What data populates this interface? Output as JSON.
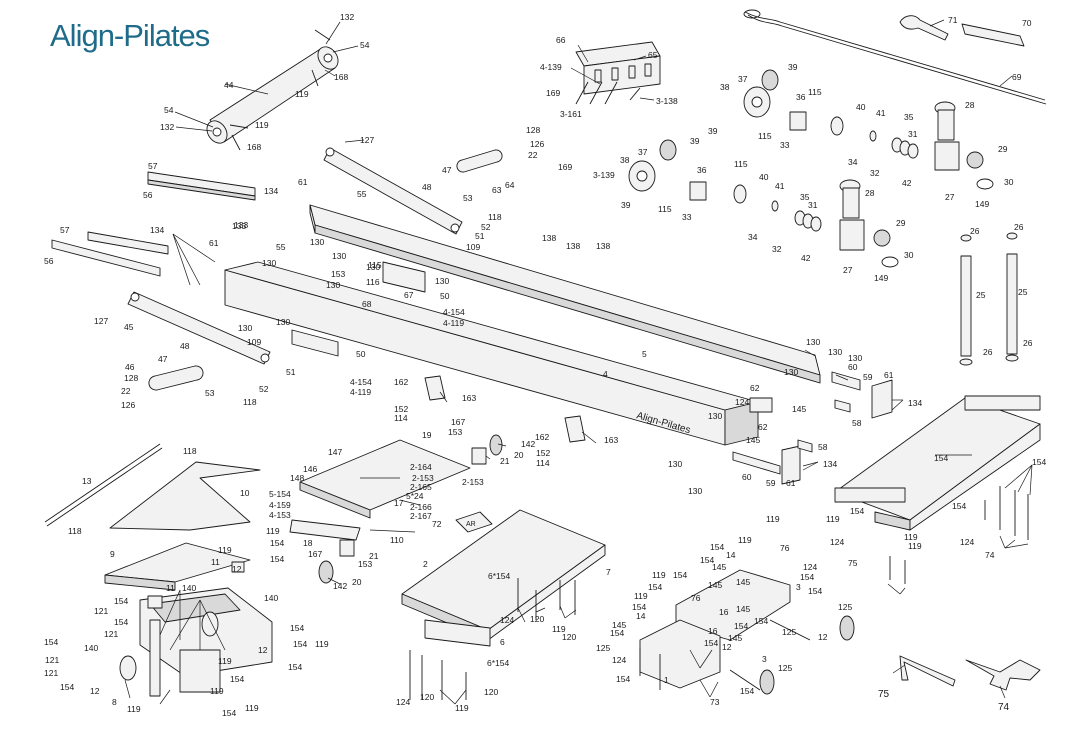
{
  "brand": {
    "logo_text": "Align-Pilates",
    "rail_label": "Align-Pilates",
    "plate_label": "AR",
    "colors": {
      "logo": "#1f6c8a",
      "line": "#1a1a1a",
      "part_fill": "#f2f2f2",
      "part_shade": "#d9d9d9"
    }
  },
  "callouts": [
    {
      "id": "c1",
      "text": "132"
    },
    {
      "id": "c2",
      "text": "54"
    },
    {
      "id": "c3",
      "text": "168"
    },
    {
      "id": "c4",
      "text": "44"
    },
    {
      "id": "c5",
      "text": "119"
    },
    {
      "id": "c6",
      "text": "54"
    },
    {
      "id": "c7",
      "text": "132"
    },
    {
      "id": "c8",
      "text": "119"
    },
    {
      "id": "c9",
      "text": "168"
    },
    {
      "id": "c10",
      "text": "66"
    },
    {
      "id": "c11",
      "text": "65"
    },
    {
      "id": "c12",
      "text": "4-139"
    },
    {
      "id": "c13",
      "text": "169"
    },
    {
      "id": "c14",
      "text": "3-138"
    },
    {
      "id": "c15",
      "text": "3-161"
    },
    {
      "id": "c16",
      "text": "71"
    },
    {
      "id": "c17",
      "text": "70"
    },
    {
      "id": "c18",
      "text": "69"
    },
    {
      "id": "c19",
      "text": "37"
    },
    {
      "id": "c20",
      "text": "39"
    },
    {
      "id": "c21",
      "text": "38"
    },
    {
      "id": "c22",
      "text": "36"
    },
    {
      "id": "c23",
      "text": "115"
    },
    {
      "id": "c24",
      "text": "40"
    },
    {
      "id": "c25",
      "text": "39"
    },
    {
      "id": "c26",
      "text": "115"
    },
    {
      "id": "c27",
      "text": "33"
    },
    {
      "id": "c28",
      "text": "41"
    },
    {
      "id": "c29",
      "text": "35"
    },
    {
      "id": "c30",
      "text": "28"
    },
    {
      "id": "c31",
      "text": "31"
    },
    {
      "id": "c32",
      "text": "34"
    },
    {
      "id": "c33",
      "text": "32"
    },
    {
      "id": "c34",
      "text": "29"
    },
    {
      "id": "c35",
      "text": "42"
    },
    {
      "id": "c36",
      "text": "30"
    },
    {
      "id": "c37",
      "text": "27"
    },
    {
      "id": "c38",
      "text": "149"
    },
    {
      "id": "c39",
      "text": "127"
    },
    {
      "id": "c40",
      "text": "128"
    },
    {
      "id": "c41",
      "text": "126"
    },
    {
      "id": "c42",
      "text": "22"
    },
    {
      "id": "c43",
      "text": "133"
    },
    {
      "id": "c44",
      "text": "57"
    },
    {
      "id": "c45",
      "text": "56"
    },
    {
      "id": "c46",
      "text": "134"
    },
    {
      "id": "c47",
      "text": "61"
    },
    {
      "id": "c48",
      "text": "55"
    },
    {
      "id": "c49",
      "text": "47"
    },
    {
      "id": "c50",
      "text": "48"
    },
    {
      "id": "c51",
      "text": "53"
    },
    {
      "id": "c52",
      "text": "118"
    },
    {
      "id": "c53",
      "text": "52"
    },
    {
      "id": "c54",
      "text": "51"
    },
    {
      "id": "c55",
      "text": "109"
    },
    {
      "id": "c56",
      "text": "130"
    },
    {
      "id": "c57",
      "text": "169"
    },
    {
      "id": "c58",
      "text": "63"
    },
    {
      "id": "c59",
      "text": "64"
    },
    {
      "id": "c60",
      "text": "3-139"
    },
    {
      "id": "c61",
      "text": "138"
    },
    {
      "id": "c62",
      "text": "138"
    },
    {
      "id": "c63",
      "text": "138"
    },
    {
      "id": "c64",
      "text": "37"
    },
    {
      "id": "c65",
      "text": "39"
    },
    {
      "id": "c66",
      "text": "38"
    },
    {
      "id": "c67",
      "text": "36"
    },
    {
      "id": "c68",
      "text": "115"
    },
    {
      "id": "c69",
      "text": "40"
    },
    {
      "id": "c70",
      "text": "41"
    },
    {
      "id": "c71",
      "text": "39"
    },
    {
      "id": "c72",
      "text": "115"
    },
    {
      "id": "c73",
      "text": "33"
    },
    {
      "id": "c74",
      "text": "35"
    },
    {
      "id": "c75",
      "text": "28"
    },
    {
      "id": "c76",
      "text": "31"
    },
    {
      "id": "c77",
      "text": "34"
    },
    {
      "id": "c78",
      "text": "32"
    },
    {
      "id": "c79",
      "text": "29"
    },
    {
      "id": "c80",
      "text": "42"
    },
    {
      "id": "c81",
      "text": "27"
    },
    {
      "id": "c82",
      "text": "30"
    },
    {
      "id": "c83",
      "text": "149"
    },
    {
      "id": "c84",
      "text": "26"
    },
    {
      "id": "c85",
      "text": "26"
    },
    {
      "id": "c86",
      "text": "25"
    },
    {
      "id": "c87",
      "text": "25"
    },
    {
      "id": "c88",
      "text": "26"
    },
    {
      "id": "c89",
      "text": "26"
    },
    {
      "id": "c90",
      "text": "57"
    },
    {
      "id": "c91",
      "text": "56"
    },
    {
      "id": "c92",
      "text": "134"
    },
    {
      "id": "c93",
      "text": "61"
    },
    {
      "id": "c94",
      "text": "133"
    },
    {
      "id": "c95",
      "text": "55"
    },
    {
      "id": "c96",
      "text": "130"
    },
    {
      "id": "c97",
      "text": "130"
    },
    {
      "id": "c98",
      "text": "153"
    },
    {
      "id": "c99",
      "text": "115"
    },
    {
      "id": "c100",
      "text": "130"
    },
    {
      "id": "c101",
      "text": "130"
    },
    {
      "id": "c102",
      "text": "130"
    },
    {
      "id": "c103",
      "text": "116"
    },
    {
      "id": "c104",
      "text": "67"
    },
    {
      "id": "c105",
      "text": "50"
    },
    {
      "id": "c106",
      "text": "68"
    },
    {
      "id": "c107",
      "text": "4-154"
    },
    {
      "id": "c108",
      "text": "4-119"
    },
    {
      "id": "c109",
      "text": "127"
    },
    {
      "id": "c110",
      "text": "45"
    },
    {
      "id": "c111",
      "text": "130"
    },
    {
      "id": "c112",
      "text": "130"
    },
    {
      "id": "c113",
      "text": "48"
    },
    {
      "id": "c114",
      "text": "109"
    },
    {
      "id": "c115",
      "text": "50"
    },
    {
      "id": "c116",
      "text": "51"
    },
    {
      "id": "c117",
      "text": "4-154"
    },
    {
      "id": "c118",
      "text": "4-119"
    },
    {
      "id": "c119",
      "text": "46"
    },
    {
      "id": "c120",
      "text": "47"
    },
    {
      "id": "c121",
      "text": "128"
    },
    {
      "id": "c122",
      "text": "22"
    },
    {
      "id": "c123",
      "text": "126"
    },
    {
      "id": "c124",
      "text": "53"
    },
    {
      "id": "c125",
      "text": "118"
    },
    {
      "id": "c126",
      "text": "52"
    },
    {
      "id": "c127",
      "text": "5"
    },
    {
      "id": "c128",
      "text": "4"
    },
    {
      "id": "c129",
      "text": "130"
    },
    {
      "id": "c130",
      "text": "130"
    },
    {
      "id": "c131",
      "text": "130"
    },
    {
      "id": "c132",
      "text": "60"
    },
    {
      "id": "c133",
      "text": "59"
    },
    {
      "id": "c134",
      "text": "61"
    },
    {
      "id": "c135",
      "text": "134"
    },
    {
      "id": "c136",
      "text": "62"
    },
    {
      "id": "c137",
      "text": "124"
    },
    {
      "id": "c138",
      "text": "145"
    },
    {
      "id": "c139",
      "text": "130"
    },
    {
      "id": "c140",
      "text": "58"
    },
    {
      "id": "c141",
      "text": "130"
    },
    {
      "id": "c142",
      "text": "62"
    },
    {
      "id": "c143",
      "text": "145"
    },
    {
      "id": "c144",
      "text": "58"
    },
    {
      "id": "c145",
      "text": "134"
    },
    {
      "id": "c146",
      "text": "130"
    },
    {
      "id": "c147",
      "text": "60"
    },
    {
      "id": "c148",
      "text": "59"
    },
    {
      "id": "c149",
      "text": "61"
    },
    {
      "id": "c150",
      "text": "130"
    },
    {
      "id": "c151",
      "text": "162"
    },
    {
      "id": "c152",
      "text": "163"
    },
    {
      "id": "c153",
      "text": "152"
    },
    {
      "id": "c154",
      "text": "114"
    },
    {
      "id": "c155",
      "text": "167"
    },
    {
      "id": "c156",
      "text": "153"
    },
    {
      "id": "c157",
      "text": "142"
    },
    {
      "id": "c158",
      "text": "20"
    },
    {
      "id": "c159",
      "text": "21"
    },
    {
      "id": "c160",
      "text": "162"
    },
    {
      "id": "c161",
      "text": "163"
    },
    {
      "id": "c162",
      "text": "152"
    },
    {
      "id": "c163",
      "text": "114"
    },
    {
      "id": "c164",
      "text": "118"
    },
    {
      "id": "c165",
      "text": "13"
    },
    {
      "id": "c166",
      "text": "118"
    },
    {
      "id": "c167",
      "text": "10"
    },
    {
      "id": "c168",
      "text": "9"
    },
    {
      "id": "c169",
      "text": "147"
    },
    {
      "id": "c170",
      "text": "19"
    },
    {
      "id": "c171",
      "text": "146"
    },
    {
      "id": "c172",
      "text": "148"
    },
    {
      "id": "c173",
      "text": "2-164"
    },
    {
      "id": "c174",
      "text": "2-153"
    },
    {
      "id": "c175",
      "text": "2-165"
    },
    {
      "id": "c176",
      "text": "5*24"
    },
    {
      "id": "c177",
      "text": "2-153"
    },
    {
      "id": "c178",
      "text": "5-154"
    },
    {
      "id": "c179",
      "text": "4-159"
    },
    {
      "id": "c180",
      "text": "4-153"
    },
    {
      "id": "c181",
      "text": "17"
    },
    {
      "id": "c182",
      "text": "2-166"
    },
    {
      "id": "c183",
      "text": "2-167"
    },
    {
      "id": "c184",
      "text": "72"
    },
    {
      "id": "c185",
      "text": "18"
    },
    {
      "id": "c186",
      "text": "110"
    },
    {
      "id": "c187",
      "text": "167"
    },
    {
      "id": "c188",
      "text": "21"
    },
    {
      "id": "c189",
      "text": "153"
    },
    {
      "id": "c190",
      "text": "142"
    },
    {
      "id": "c191",
      "text": "20"
    },
    {
      "id": "c192",
      "text": "119"
    },
    {
      "id": "c193",
      "text": "154"
    },
    {
      "id": "c194",
      "text": "119"
    },
    {
      "id": "c195",
      "text": "154"
    },
    {
      "id": "c196",
      "text": "11"
    },
    {
      "id": "c197",
      "text": "12"
    },
    {
      "id": "c198",
      "text": "11"
    },
    {
      "id": "c199",
      "text": "140"
    },
    {
      "id": "c200",
      "text": "154"
    },
    {
      "id": "c201",
      "text": "121"
    },
    {
      "id": "c202",
      "text": "154"
    },
    {
      "id": "c203",
      "text": "140"
    },
    {
      "id": "c204",
      "text": "121"
    },
    {
      "id": "c205",
      "text": "154"
    },
    {
      "id": "c206",
      "text": "140"
    },
    {
      "id": "c207",
      "text": "121"
    },
    {
      "id": "c208",
      "text": "121"
    },
    {
      "id": "c209",
      "text": "154"
    },
    {
      "id": "c210",
      "text": "12"
    },
    {
      "id": "c211",
      "text": "8"
    },
    {
      "id": "c212",
      "text": "119"
    },
    {
      "id": "c213",
      "text": "119"
    },
    {
      "id": "c214",
      "text": "12"
    },
    {
      "id": "c215",
      "text": "154"
    },
    {
      "id": "c216",
      "text": "119"
    },
    {
      "id": "c217",
      "text": "119"
    },
    {
      "id": "c218",
      "text": "154"
    },
    {
      "id": "c219",
      "text": "154"
    },
    {
      "id": "c220",
      "text": "154"
    },
    {
      "id": "c221",
      "text": "154"
    },
    {
      "id": "c222",
      "text": "119"
    },
    {
      "id": "c223",
      "text": "2"
    },
    {
      "id": "c224",
      "text": "6*154"
    },
    {
      "id": "c225",
      "text": "7"
    },
    {
      "id": "c226",
      "text": "124"
    },
    {
      "id": "c227",
      "text": "120"
    },
    {
      "id": "c228",
      "text": "119"
    },
    {
      "id": "c229",
      "text": "120"
    },
    {
      "id": "c230",
      "text": "6"
    },
    {
      "id": "c231",
      "text": "6*154"
    },
    {
      "id": "c232",
      "text": "124"
    },
    {
      "id": "c233",
      "text": "120"
    },
    {
      "id": "c234",
      "text": "119"
    },
    {
      "id": "c235",
      "text": "120"
    },
    {
      "id": "c236",
      "text": "119"
    },
    {
      "id": "c237",
      "text": "119"
    },
    {
      "id": "c238",
      "text": "154"
    },
    {
      "id": "c239",
      "text": "14"
    },
    {
      "id": "c240",
      "text": "76"
    },
    {
      "id": "c241",
      "text": "154"
    },
    {
      "id": "c242",
      "text": "145"
    },
    {
      "id": "c243",
      "text": "145"
    },
    {
      "id": "c244",
      "text": "124"
    },
    {
      "id": "c245",
      "text": "154"
    },
    {
      "id": "c246",
      "text": "119"
    },
    {
      "id": "c247",
      "text": "154"
    },
    {
      "id": "c248",
      "text": "154"
    },
    {
      "id": "c249",
      "text": "145"
    },
    {
      "id": "c250",
      "text": "3"
    },
    {
      "id": "c251",
      "text": "154"
    },
    {
      "id": "c252",
      "text": "119"
    },
    {
      "id": "c253",
      "text": "76"
    },
    {
      "id": "c254",
      "text": "154"
    },
    {
      "id": "c255",
      "text": "14"
    },
    {
      "id": "c256",
      "text": "145"
    },
    {
      "id": "c257",
      "text": "16"
    },
    {
      "id": "c258",
      "text": "154"
    },
    {
      "id": "c259",
      "text": "125"
    },
    {
      "id": "c260",
      "text": "145"
    },
    {
      "id": "c261",
      "text": "16"
    },
    {
      "id": "c262",
      "text": "154"
    },
    {
      "id": "c263",
      "text": "145"
    },
    {
      "id": "c264",
      "text": "125"
    },
    {
      "id": "c265",
      "text": "154"
    },
    {
      "id": "c266",
      "text": "12"
    },
    {
      "id": "c267",
      "text": "125"
    },
    {
      "id": "c268",
      "text": "154"
    },
    {
      "id": "c269",
      "text": "12"
    },
    {
      "id": "c270",
      "text": "124"
    },
    {
      "id": "c271",
      "text": "3"
    },
    {
      "id": "c272",
      "text": "125"
    },
    {
      "id": "c273",
      "text": "154"
    },
    {
      "id": "c274",
      "text": "1"
    },
    {
      "id": "c275",
      "text": "154"
    },
    {
      "id": "c276",
      "text": "73"
    },
    {
      "id": "c277",
      "text": "154"
    },
    {
      "id": "c278",
      "text": "154"
    },
    {
      "id": "c279",
      "text": "154"
    },
    {
      "id": "c280",
      "text": "154"
    },
    {
      "id": "c281",
      "text": "119"
    },
    {
      "id": "c282",
      "text": "119"
    },
    {
      "id": "c283",
      "text": "119"
    },
    {
      "id": "c284",
      "text": "124"
    },
    {
      "id": "c285",
      "text": "124"
    },
    {
      "id": "c286",
      "text": "75"
    },
    {
      "id": "c287",
      "text": "74"
    }
  ]
}
